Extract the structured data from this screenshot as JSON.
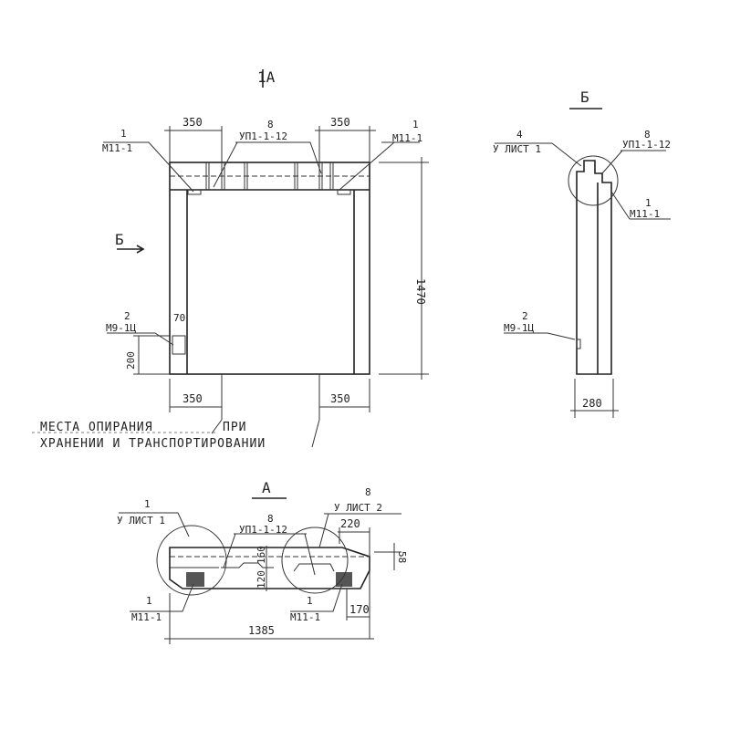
{
  "front_view": {
    "section_mark": "1A",
    "side_arrow": "Б",
    "callout_left": {
      "num": "1",
      "code": "М11-1"
    },
    "callout_center": {
      "num": "8",
      "code": "УП1-1-12"
    },
    "callout_right": {
      "num": "1",
      "code": "М11-1"
    },
    "callout_lower": {
      "num": "2",
      "code": "М9-1Ц"
    },
    "dim_top_left": "350",
    "dim_top_right": "350",
    "dim_height": "1470",
    "dim_bottom_left": "350",
    "dim_bottom_right": "350",
    "dim_small_70": "70",
    "dim_small_200": "200",
    "note_line1": "МЕСТА ОПИРАНИЯ",
    "note_line1b": "ПРИ",
    "note_line2": "ХРАНЕНИИ И ТРАНСПОРТИРОВАНИИ"
  },
  "side_view": {
    "title": "Б",
    "callout_sheet": {
      "num": "4",
      "code": "У ЛИСТ 1"
    },
    "callout_top": {
      "num": "8",
      "code": "УП1-1-12"
    },
    "callout_mid": {
      "num": "1",
      "code": "М11-1"
    },
    "callout_low": {
      "num": "2",
      "code": "М9-1Ц"
    },
    "dim_width": "280"
  },
  "plan_view": {
    "title": "A",
    "callout_sheet1": {
      "num": "1",
      "code": "У ЛИСТ 1"
    },
    "callout_sheet2": {
      "num": "8",
      "code": "У ЛИСТ 2"
    },
    "callout_center": {
      "num": "8",
      "code": "УП1-1-12"
    },
    "callout_bl": {
      "num": "1",
      "code": "М11-1"
    },
    "callout_br": {
      "num": "1",
      "code": "М11-1"
    },
    "dim_220": "220",
    "dim_58": "58",
    "dim_170": "170",
    "dim_160": "160",
    "dim_120": "120",
    "dim_length": "1385"
  }
}
